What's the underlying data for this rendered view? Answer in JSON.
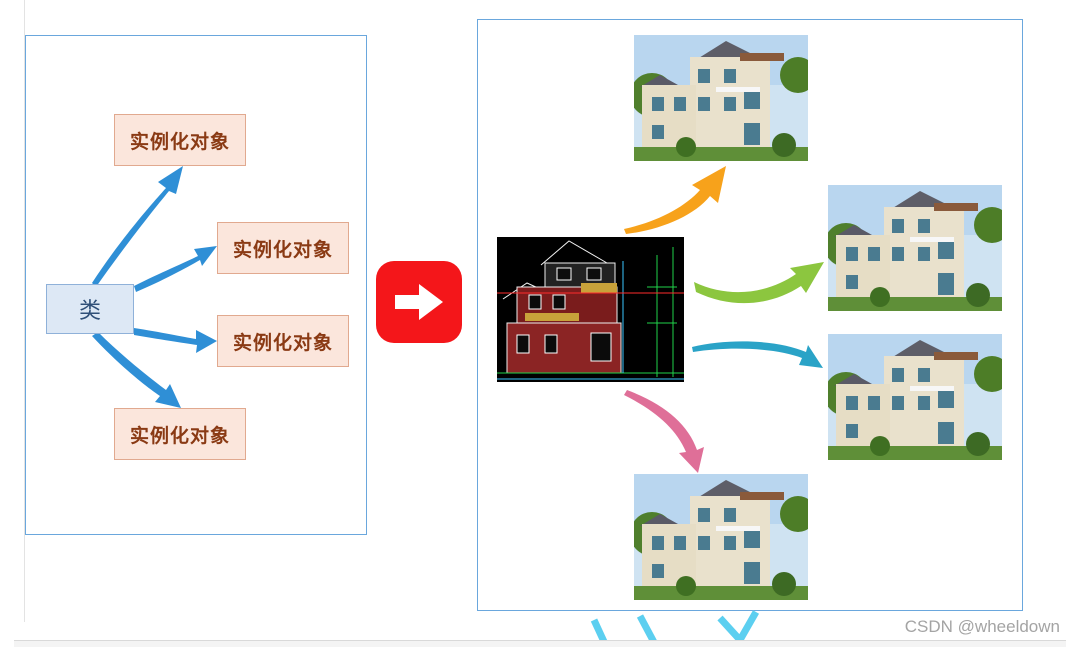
{
  "diagram": {
    "class_label": "类",
    "object_label": "实例化对象",
    "objects": [
      {
        "label": "实例化对象"
      },
      {
        "label": "实例化对象"
      },
      {
        "label": "实例化对象"
      },
      {
        "label": "实例化对象"
      }
    ]
  },
  "watermark": "CSDN @wheeldown",
  "colors": {
    "panel_border": "#6aa7dd",
    "class_fill": "#dde8f5",
    "object_fill": "#fbe6dc",
    "arrow_blue": "#2f8fd6",
    "button_red": "#f4161a",
    "arrow_orange": "#f7a21b",
    "arrow_green": "#8cc63f",
    "arrow_teal": "#2aa3c7",
    "arrow_pink": "#df6f98"
  },
  "icons": {
    "next": "right-arrow-icon",
    "blueprint": "house-blueprint-image",
    "house": "house-photo-image"
  }
}
